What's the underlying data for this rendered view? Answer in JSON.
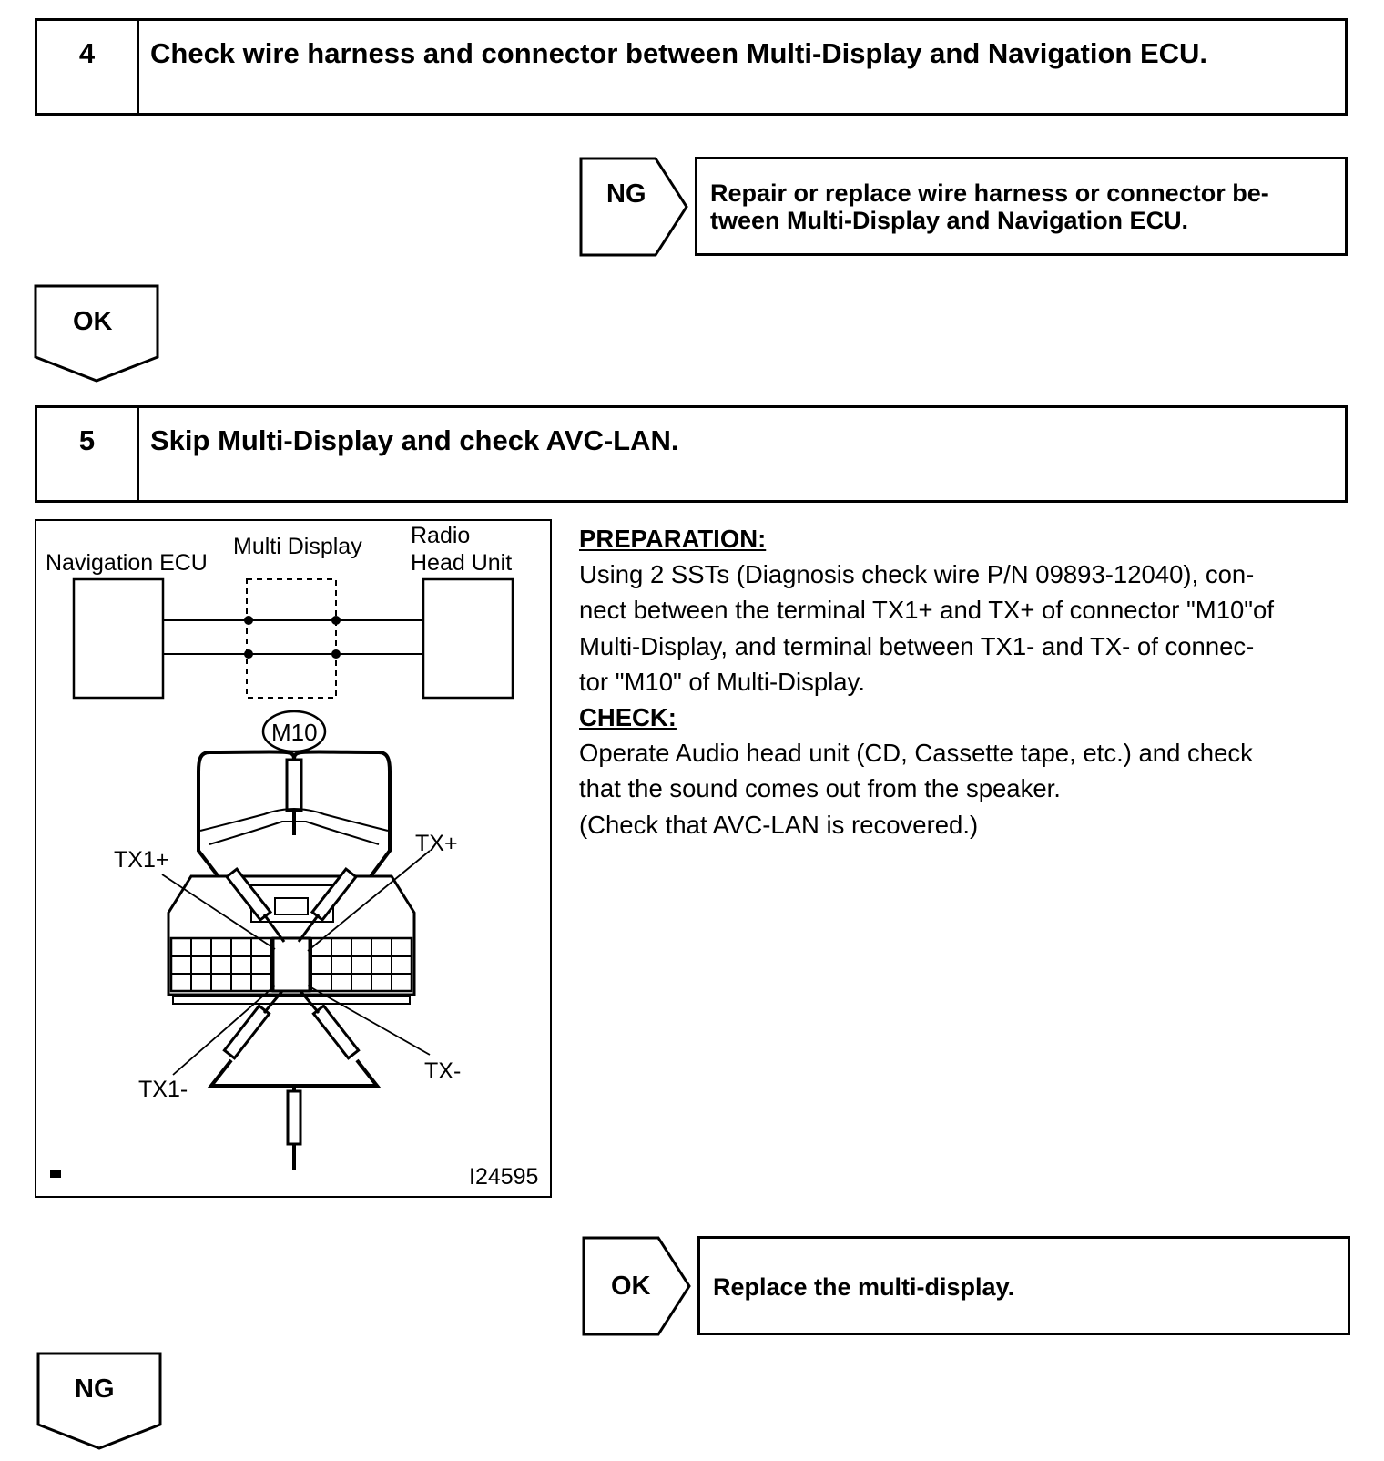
{
  "step4": {
    "number": "4",
    "title": "Check wire harness and connector between Multi-Display and Navigation ECU.",
    "ng_label": "NG",
    "ng_action_line1": "Repair or replace wire harness or connector be-",
    "ng_action_line2": "tween Multi-Display and Navigation ECU.",
    "ok_label": "OK"
  },
  "step5": {
    "number": "5",
    "title": "Skip Multi-Display and check AVC-LAN.",
    "diagram": {
      "navigation_ecu": "Navigation ECU",
      "multi_display": "Multi Display",
      "radio_line1": "Radio",
      "radio_line2": "Head Unit",
      "connector": "M10",
      "tx1_plus": "TX1+",
      "tx_plus": "TX+",
      "tx1_minus": "TX1-",
      "tx_minus": "TX-",
      "figure_id": "I24595"
    },
    "preparation_heading": "PREPARATION:",
    "preparation_text": "Using 2 SSTs (Diagnosis check wire P/N 09893-12040), con-\nnect between the terminal TX1+ and TX+ of connector \"M10\"of\nMulti-Display, and terminal between TX1- and TX- of connec-\ntor \"M10\" of Multi-Display.",
    "check_heading": "CHECK:",
    "check_text": "Operate Audio head unit (CD, Cassette tape, etc.) and check\nthat the sound comes out from the speaker.\n(Check that AVC-LAN is recovered.)",
    "ok_label": "OK",
    "ok_action": "Replace the multi-display.",
    "ng_label": "NG"
  }
}
